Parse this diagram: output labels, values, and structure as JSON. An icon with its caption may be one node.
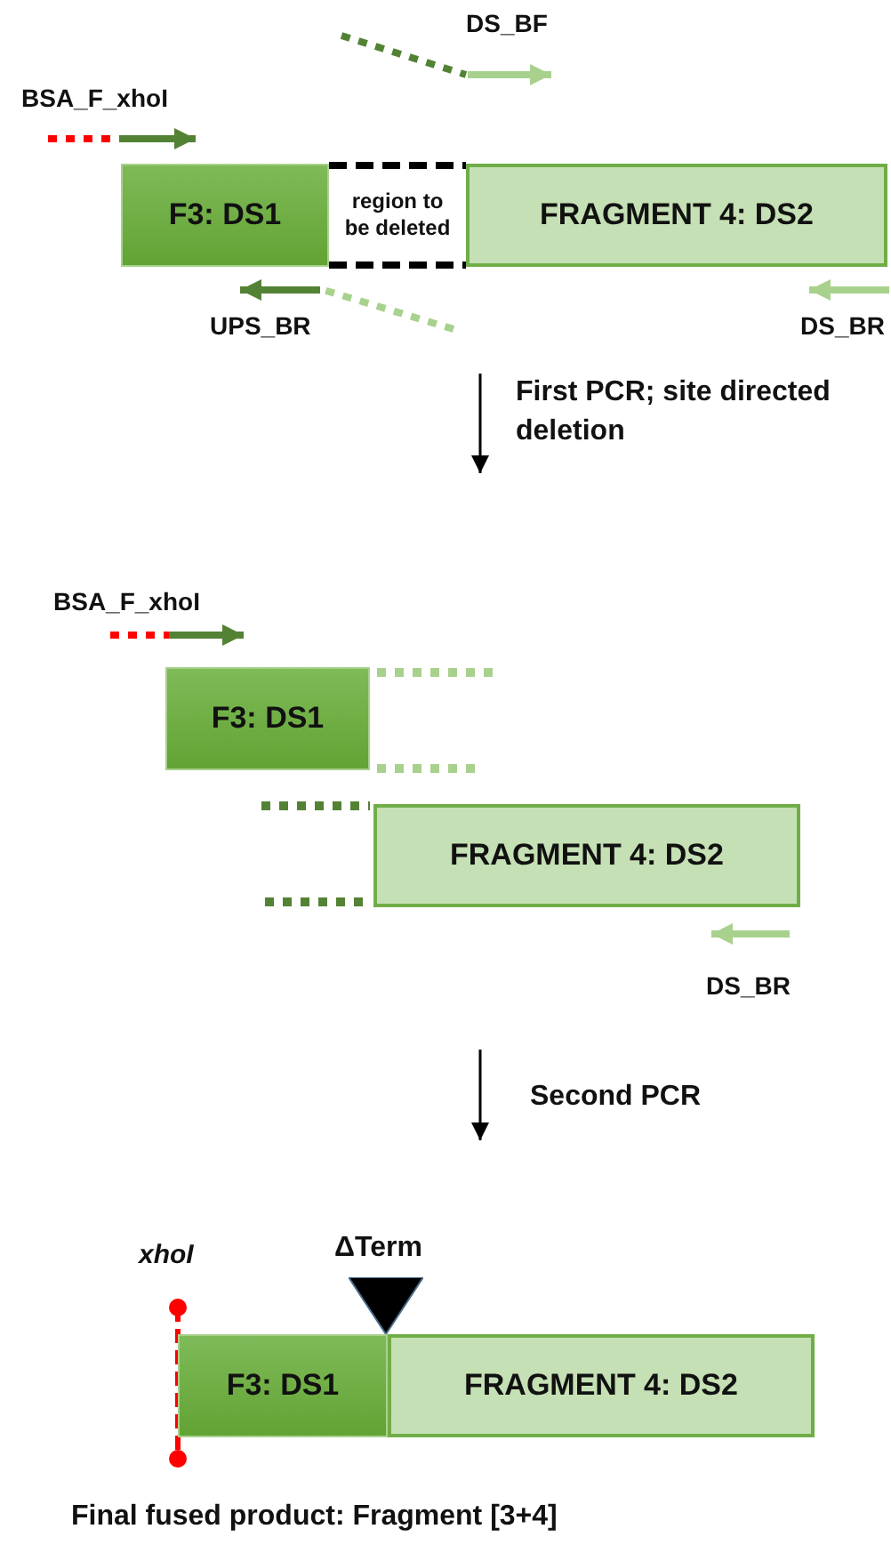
{
  "diagram": {
    "caption": "Final fused product: Fragment [3+4]",
    "nodes": [
      {
        "text": [
          "F3: DS1"
        ]
      },
      {
        "text": [
          "region to be deleted"
        ]
      },
      {
        "text": [
          "FRAGMENT 4: DS2"
        ]
      },
      {
        "text": [
          "F3: DS1"
        ]
      },
      {
        "text": [
          "FRAGMENT 4: DS2"
        ]
      },
      {
        "text": [
          "F3: DS1"
        ]
      },
      {
        "text": [
          "FRAGMENT 4: DS2"
        ]
      },
      {
        "text": [],
        "shape": "triangle",
        "beside": [
          "ΔTerm"
        ]
      }
    ],
    "edges": [],
    "labels": [
      "DS_BF",
      "BSA_F_xhoI",
      "UPS_BR",
      "DS_BR",
      "First PCR; site directed deletion",
      "BSA_F_xhoI",
      "DS_BR",
      "Second PCR",
      "xhoI"
    ]
  }
}
